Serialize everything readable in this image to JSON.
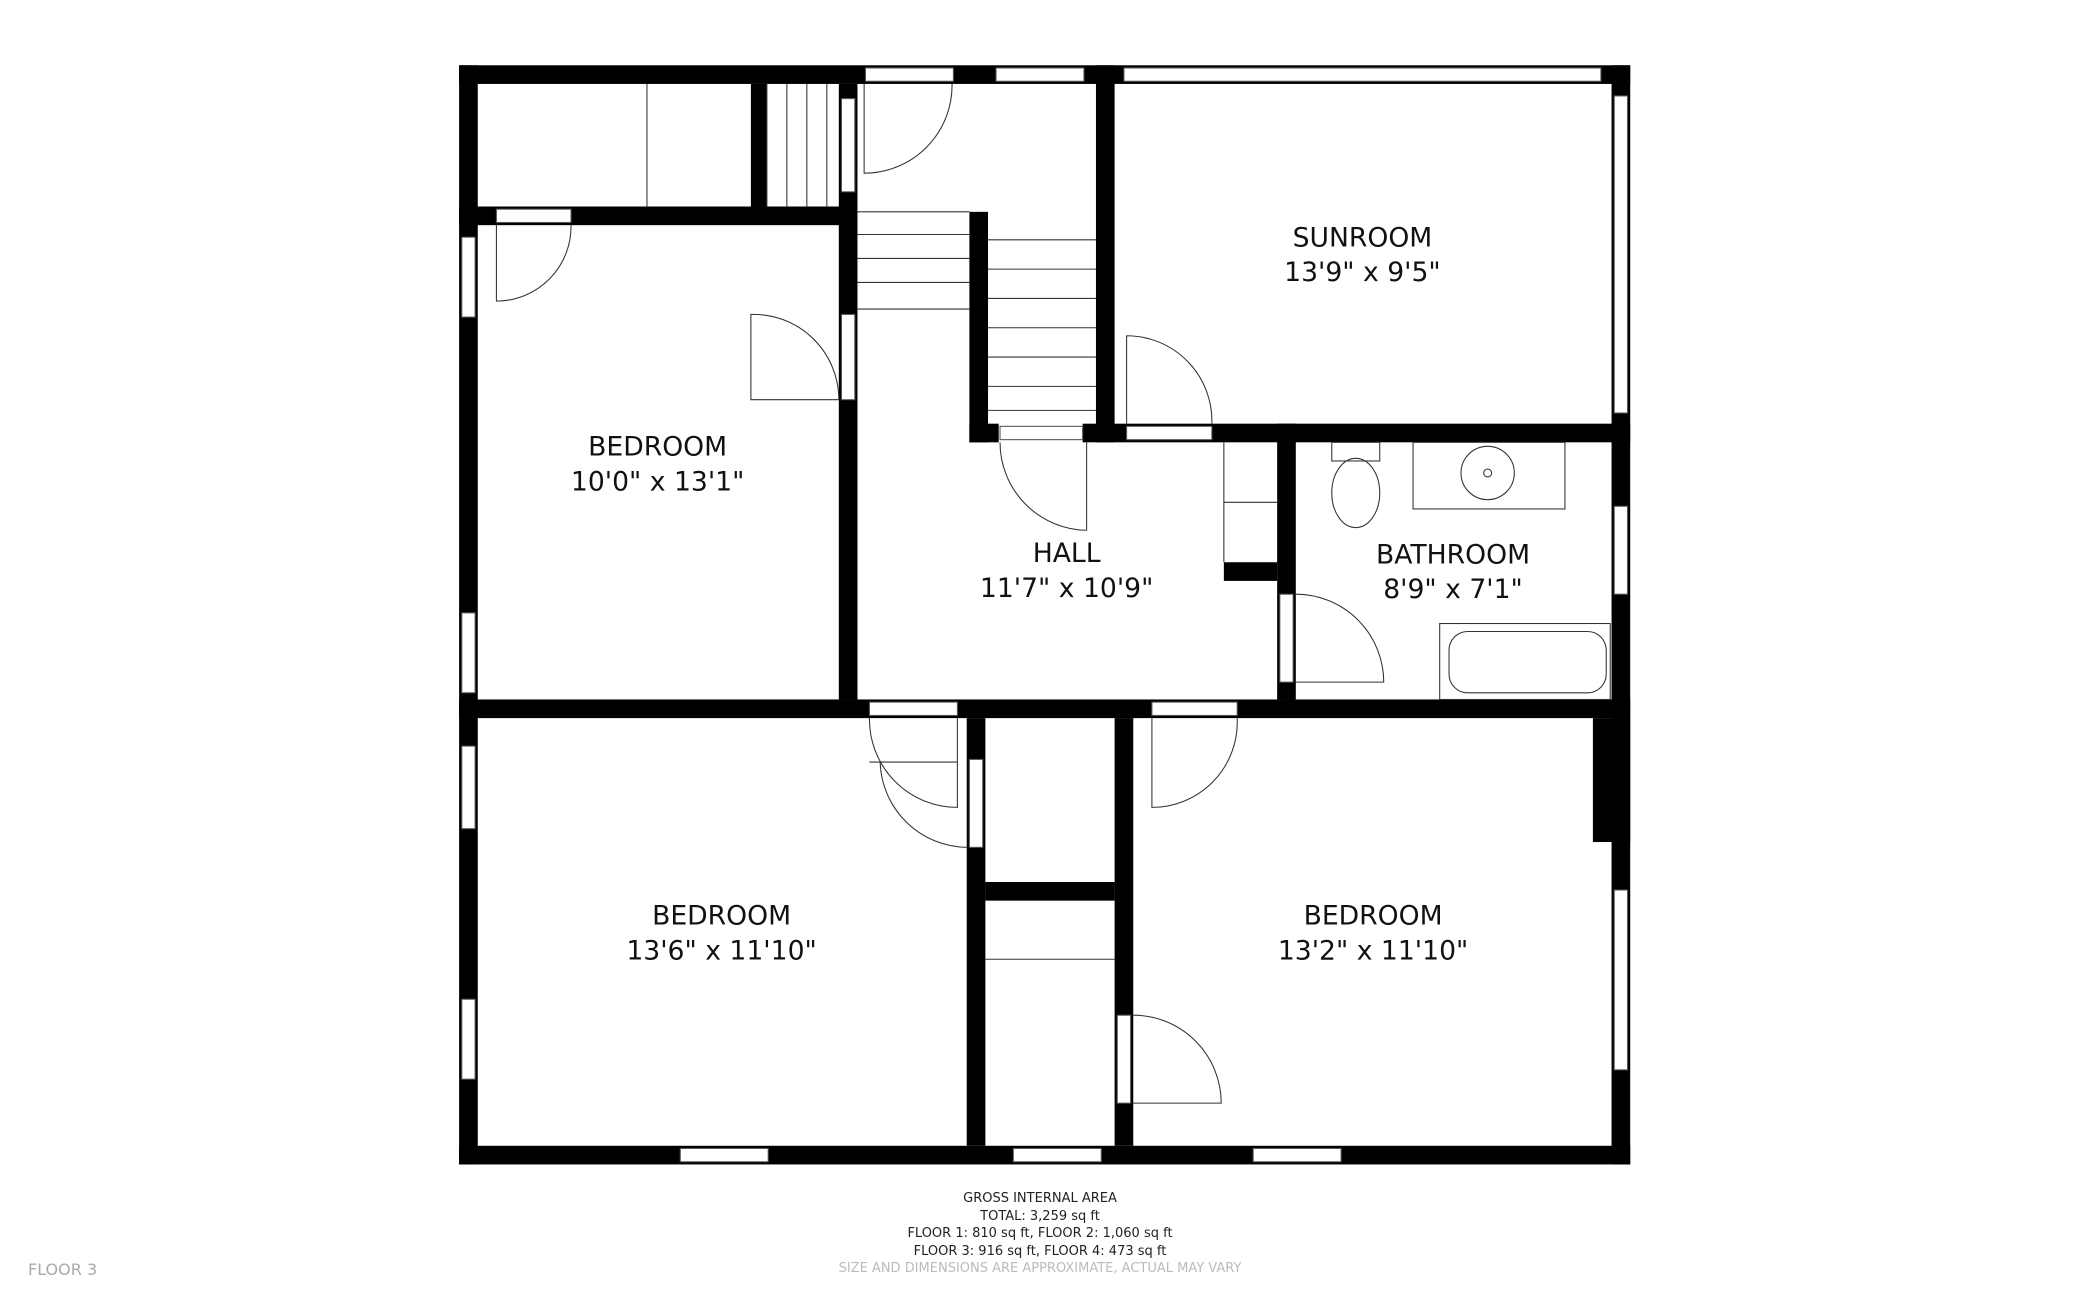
{
  "rooms": [
    {
      "name": "SUNROOM",
      "dims": "13'9\" x 9'5\""
    },
    {
      "name": "BEDROOM",
      "dims": "10'0\" x 13'1\""
    },
    {
      "name": "HALL",
      "dims": "11'7\" x 10'9\""
    },
    {
      "name": "BATHROOM",
      "dims": "8'9\" x 7'1\""
    },
    {
      "name": "BEDROOM",
      "dims": "13'6\" x 11'10\""
    },
    {
      "name": "BEDROOM",
      "dims": "13'2\" x 11'10\""
    }
  ],
  "footer": {
    "title": "GROSS INTERNAL AREA",
    "total": "TOTAL: 3,259 sq ft",
    "line1": "FLOOR 1: 810 sq ft, FLOOR 2: 1,060 sq ft",
    "line2": "FLOOR 3: 916 sq ft, FLOOR 4: 473 sq ft",
    "disclaimer": "SIZE AND DIMENSIONS ARE APPROXIMATE, ACTUAL MAY VARY"
  },
  "floor_label": "FLOOR 3"
}
